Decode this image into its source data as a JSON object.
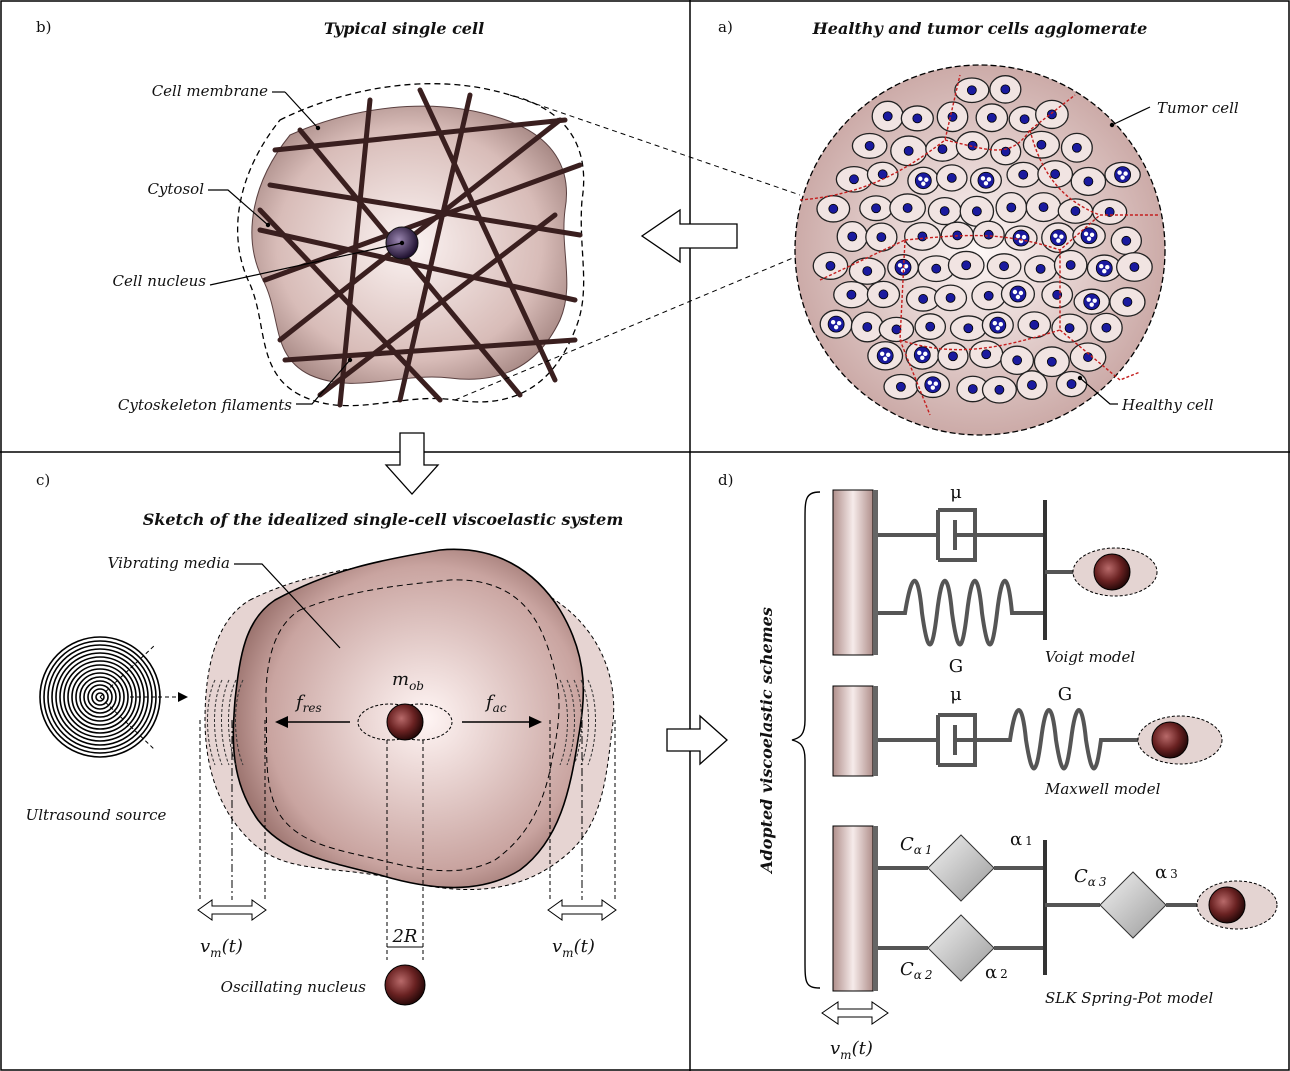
{
  "panels": {
    "a": {
      "letter": "a)",
      "title": "Healthy and tumor cells agglomerate",
      "tumor_label": "Tumor cell",
      "healthy_label": "Healthy cell"
    },
    "b": {
      "letter": "b)",
      "title": "Typical single cell",
      "membrane": "Cell membrane",
      "cytosol": "Cytosol",
      "nucleus": "Cell nucleus",
      "filaments": "Cytoskeleton filaments"
    },
    "c": {
      "letter": "c)",
      "title": "Sketch of the idealized single-cell viscoelastic system",
      "media": "Vibrating media",
      "source": "Ultrasound source",
      "osc_nucleus": "Oscillating nucleus",
      "f_res": "f",
      "f_res_sub": "res",
      "f_ac": "f",
      "f_ac_sub": "ac",
      "m_ob": "m",
      "m_ob_sub": "ob",
      "two_r": "2R",
      "vm": "v",
      "vm_sub": "m",
      "vm_t": "(t)"
    },
    "d": {
      "letter": "d)",
      "side_label": "Adopted viscoelastic schemes",
      "voigt": "Voigt model",
      "maxwell": "Maxwell model",
      "slk": "SLK Spring-Pot model",
      "mu": "μ",
      "G": "G",
      "C": "C",
      "alpha": "α",
      "idx1": "1",
      "idx2": "2",
      "idx3": "3",
      "vm": "v",
      "vm_sub": "m",
      "vm_t": "(t)"
    }
  },
  "colors": {
    "cell_fill": "#d9c3c0",
    "nucleus": "#1a1a9e",
    "filament": "#3a1f1f",
    "ecm_red": "#c41e1e",
    "ball": "#6a2a2a"
  }
}
